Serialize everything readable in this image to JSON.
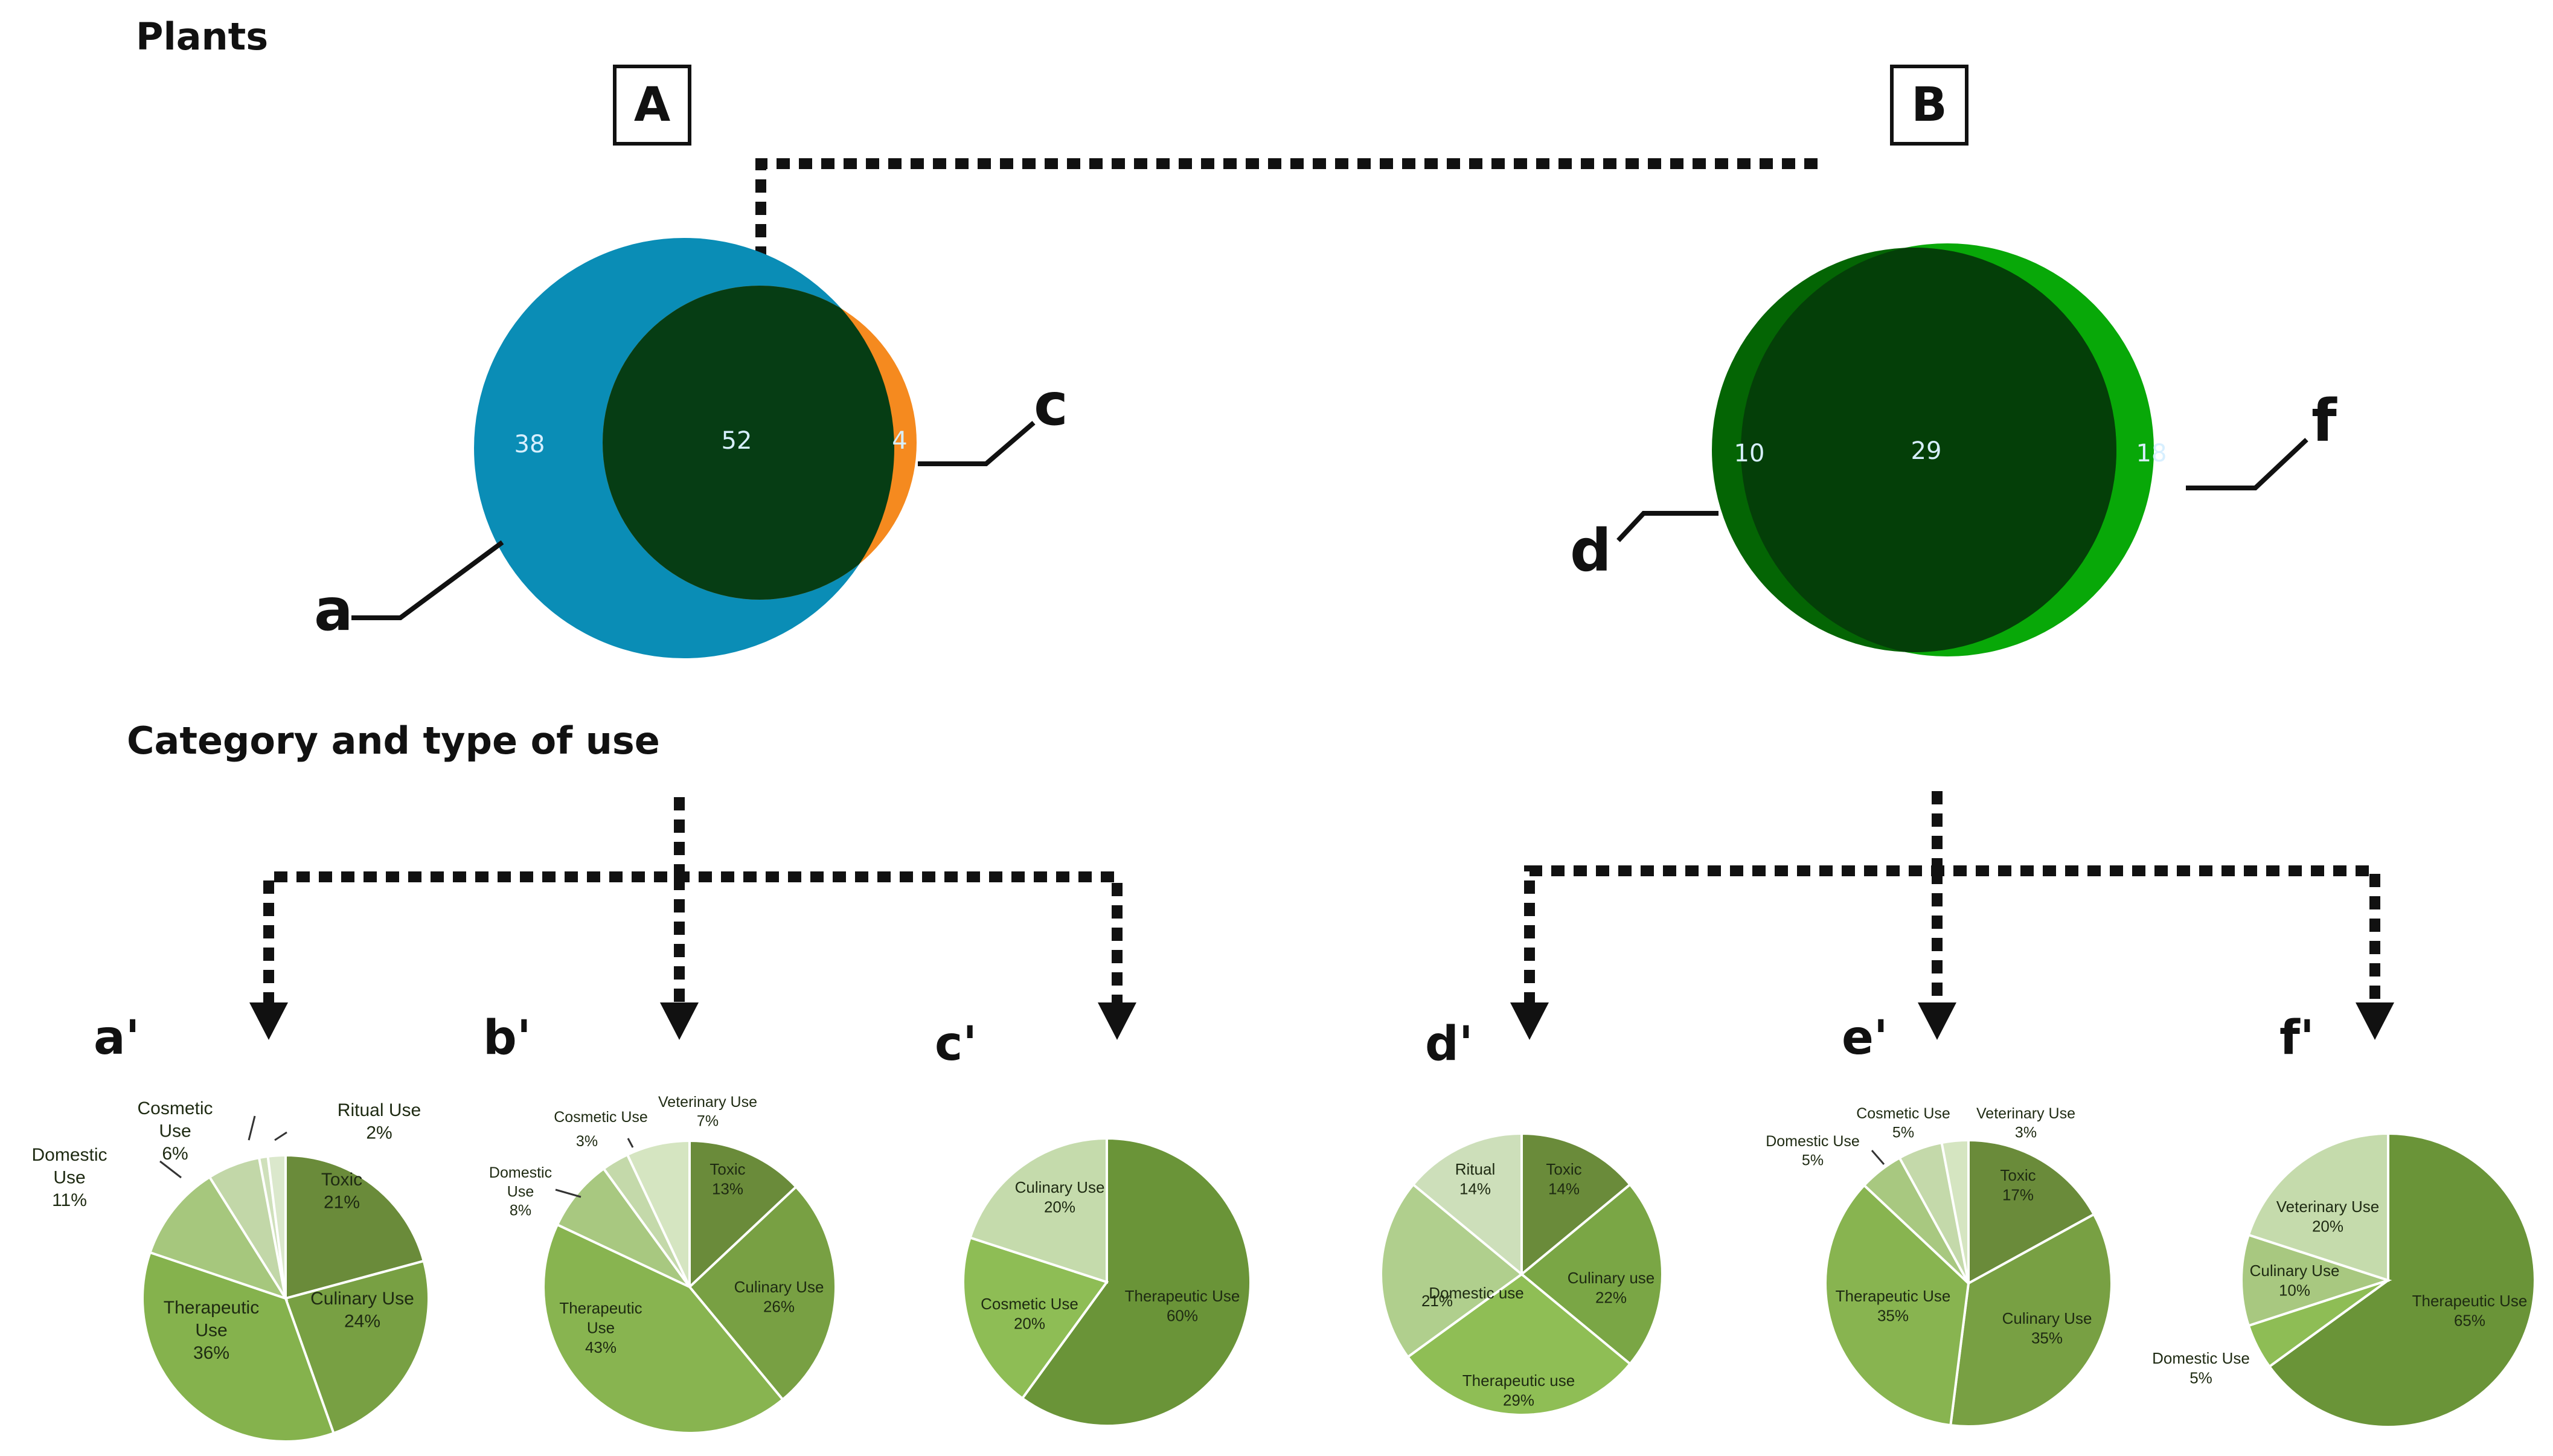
{
  "headings": {
    "plants": "Plants",
    "uses": "Category and type of use"
  },
  "boxes": {
    "A": "A",
    "B": "B"
  },
  "venn_A": {
    "outer_label": "a",
    "inner_label": "c",
    "only_outer": "38",
    "intersection": "52",
    "only_inner": "4",
    "colors": {
      "outer": "#0a8db6",
      "inner": "#f58a1f",
      "overlap": "#063d14"
    }
  },
  "venn_B": {
    "left_label": "d",
    "right_label": "f",
    "only_left": "10",
    "intersection": "29",
    "only_right": "18",
    "colors": {
      "left": "#046504",
      "right": "#08a808",
      "overlap": "#043f08"
    }
  },
  "chart_data": [
    {
      "id": "a'",
      "type": "pie",
      "slices": [
        {
          "label": "Toxic",
          "pct": "21%",
          "value": 21,
          "color": "#6a8b3a"
        },
        {
          "label": "Culinary Use",
          "pct": "24%",
          "value": 24,
          "color": "#78a043"
        },
        {
          "label": "Therapeutic Use",
          "pct": "36%",
          "value": 36,
          "color": "#85b24d"
        },
        {
          "label": "Domestic Use",
          "pct": "11%",
          "value": 11,
          "color": "#a6c77d"
        },
        {
          "label": "Cosmetic Use",
          "pct": "6%",
          "value": 6,
          "color": "#c2d7a8"
        },
        {
          "label": "",
          "pct": "",
          "value": 1,
          "color": "#cfe0bb"
        },
        {
          "label": "Ritual Use",
          "pct": "2%",
          "value": 2,
          "color": "#dbe8cc"
        }
      ]
    },
    {
      "id": "b'",
      "type": "pie",
      "slices": [
        {
          "label": "Toxic",
          "pct": "13%",
          "value": 13,
          "color": "#6a8b3a"
        },
        {
          "label": "Culinary Use",
          "pct": "26%",
          "value": 26,
          "color": "#78a043"
        },
        {
          "label": "Therapeutic Use",
          "pct": "43%",
          "value": 43,
          "color": "#88b450"
        },
        {
          "label": "Domestic Use",
          "pct": "8%",
          "value": 8,
          "color": "#a8c880"
        },
        {
          "label": "Cosmetic Use",
          "pct": "3%",
          "value": 3,
          "color": "#c4d9aa"
        },
        {
          "label": "Veterinary Use",
          "pct": "7%",
          "value": 7,
          "color": "#d5e5c1"
        }
      ]
    },
    {
      "id": "c'",
      "type": "pie",
      "slices": [
        {
          "label": "Therapeutic Use",
          "pct": "60%",
          "value": 60,
          "color": "#6a9438"
        },
        {
          "label": "Cosmetic Use",
          "pct": "20%",
          "value": 20,
          "color": "#8ebd55"
        },
        {
          "label": "Culinary Use",
          "pct": "20%",
          "value": 20,
          "color": "#c5dbac"
        }
      ]
    },
    {
      "id": "d'",
      "type": "pie",
      "slices": [
        {
          "label": "Toxic",
          "pct": "14%",
          "value": 14,
          "color": "#6a8b3a"
        },
        {
          "label": "Culinary use",
          "pct": "22%",
          "value": 22,
          "color": "#7aa645"
        },
        {
          "label": "Therapeutic use",
          "pct": "29%",
          "value": 29,
          "color": "#8fbe55"
        },
        {
          "label": "Domestic use",
          "pct": "21%",
          "value": 21,
          "color": "#b0cf8d"
        },
        {
          "label": "Ritual",
          "pct": "14%",
          "value": 14,
          "color": "#cddfba"
        }
      ]
    },
    {
      "id": "e'",
      "type": "pie",
      "slices": [
        {
          "label": "Toxic",
          "pct": "17%",
          "value": 17,
          "color": "#6a8b3a"
        },
        {
          "label": "Culinary Use",
          "pct": "35%",
          "value": 35,
          "color": "#78a043"
        },
        {
          "label": "Therapeutic Use",
          "pct": "35%",
          "value": 35,
          "color": "#88b450"
        },
        {
          "label": "Domestic Use",
          "pct": "5%",
          "value": 5,
          "color": "#a8c880"
        },
        {
          "label": "Cosmetic Use",
          "pct": "5%",
          "value": 5,
          "color": "#c4d9aa"
        },
        {
          "label": "Veterinary Use",
          "pct": "3%",
          "value": 3,
          "color": "#d5e5c1"
        }
      ]
    },
    {
      "id": "f'",
      "type": "pie",
      "slices": [
        {
          "label": "Therapeutic Use",
          "pct": "65%",
          "value": 65,
          "color": "#6a9438"
        },
        {
          "label": "Domestic Use",
          "pct": "5%",
          "value": 5,
          "color": "#8ebd55"
        },
        {
          "label": "Culinary Use",
          "pct": "10%",
          "value": 10,
          "color": "#a8c880"
        },
        {
          "label": "Veterinary Use",
          "pct": "20%",
          "value": 20,
          "color": "#c5dbac"
        }
      ]
    }
  ]
}
